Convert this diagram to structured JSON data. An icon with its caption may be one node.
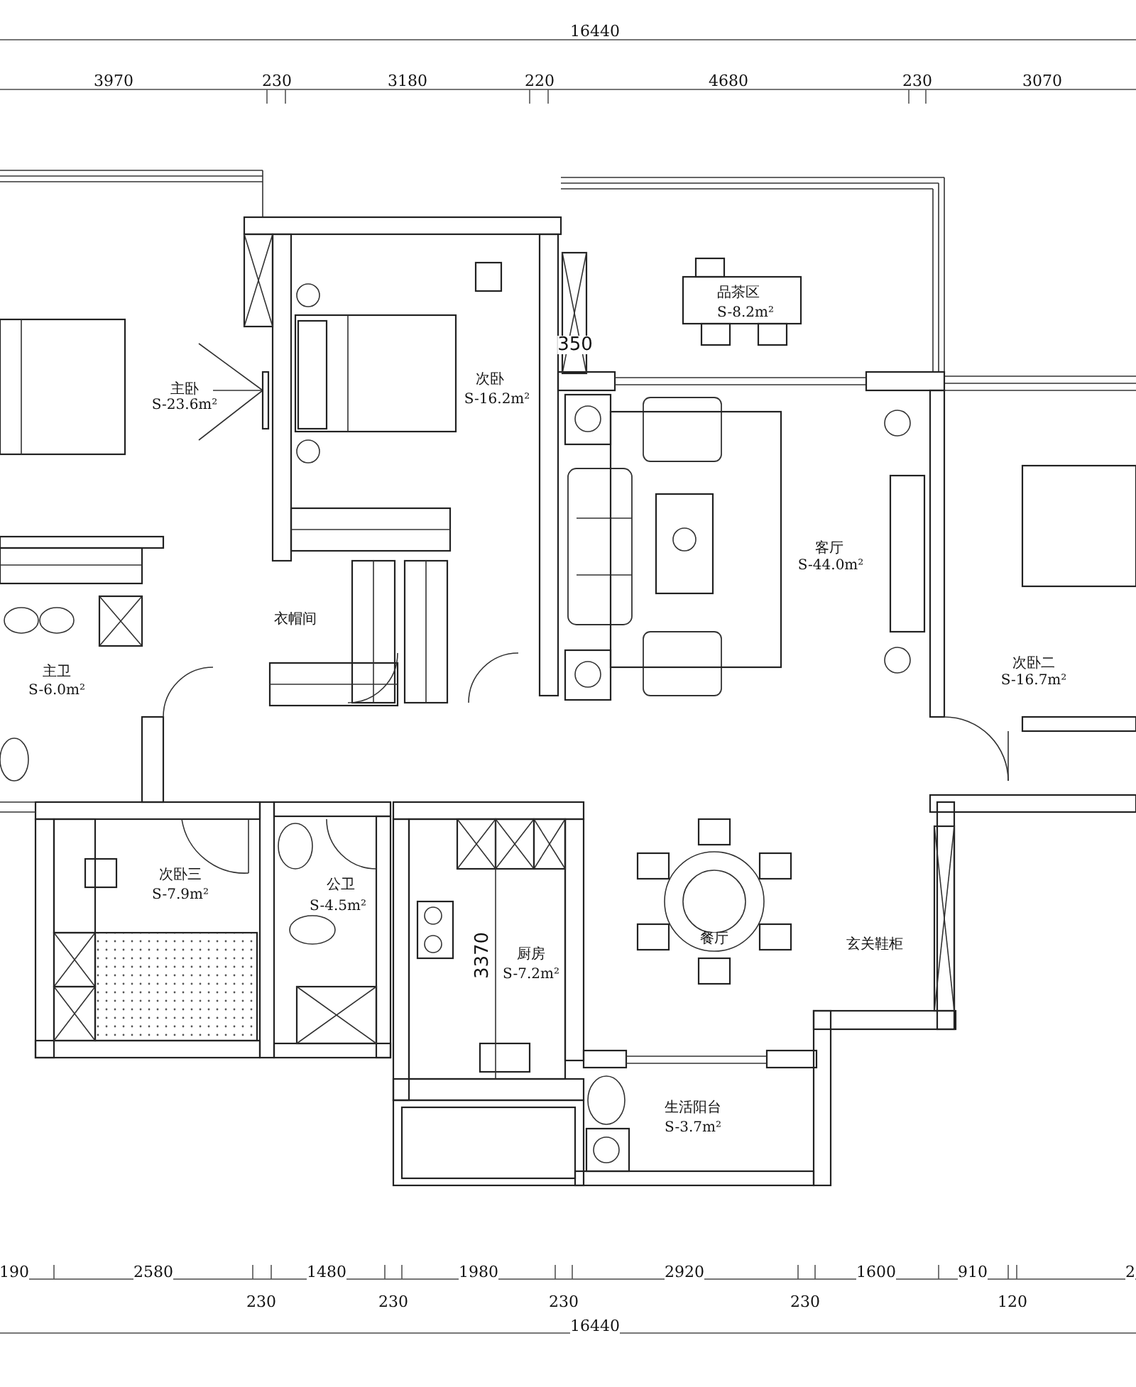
{
  "diagram": {
    "labels": [
      "16440",
      "3970",
      "230",
      "3180",
      "220",
      "4680",
      "230",
      "3070",
      "品茶区",
      "S-8.2m²",
      "350",
      "主卧",
      "S-23.6m²",
      "次卧",
      "S-16.2m²",
      "客厅",
      "S-44.0m²",
      "衣帽间",
      "主卫",
      "S-6.0m²",
      "次卧二",
      "S-16.7m²",
      "次卧三",
      "S-7.9m²",
      "公卫",
      "S-4.5m²",
      "3370",
      "厨房",
      "S-7.2m²",
      "餐厅",
      "玄关鞋柜",
      "生活阳台",
      "S-3.7m²",
      "190",
      "2580",
      "1480",
      "1980",
      "2920",
      "1600",
      "910",
      "2",
      "230",
      "230",
      "230",
      "230",
      "120",
      "16440"
    ]
  }
}
